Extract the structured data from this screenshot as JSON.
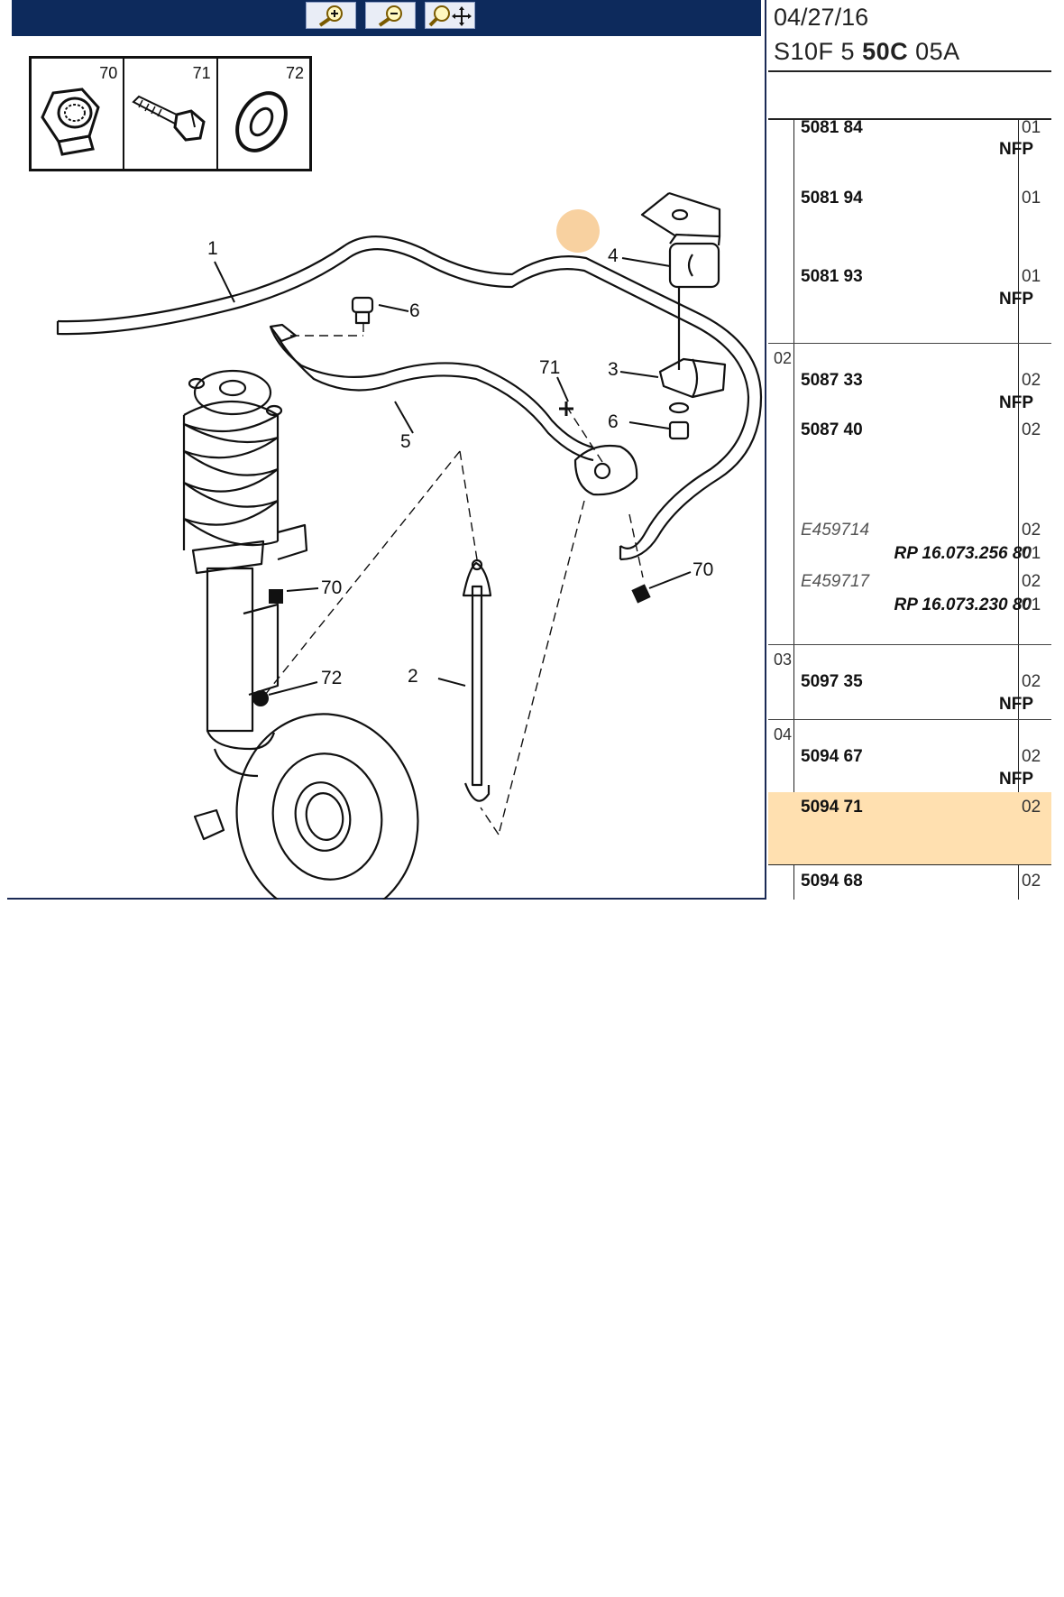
{
  "toolbar": {
    "buttons": [
      {
        "label": "zoom-in",
        "icon": "zoom-in-icon"
      },
      {
        "label": "zoom-out",
        "icon": "zoom-out-icon"
      },
      {
        "label": "pan",
        "icon": "zoom-pan-icon"
      }
    ]
  },
  "legend": [
    {
      "number": "70",
      "icon": "nut-icon"
    },
    {
      "number": "71",
      "icon": "bolt-icon"
    },
    {
      "number": "72",
      "icon": "washer-icon"
    }
  ],
  "diagram": {
    "callouts": {
      "c1": "1",
      "c2": "2",
      "c3": "3",
      "c4": "4",
      "c5": "5",
      "c6a": "6",
      "c6b": "6",
      "c70a": "70",
      "c70b": "70",
      "c71": "71",
      "c72": "72"
    }
  },
  "panel": {
    "date": "04/27/16",
    "code_prefix": "S10F 5 ",
    "code_bold": "50C",
    "code_suffix": " 05A",
    "rows": [
      {
        "group": "",
        "items": [
          {
            "ref": "5081 84",
            "nfp": "NFP",
            "qty": "01"
          },
          {
            "ref": "5081 94",
            "nfp": "",
            "qty": "01"
          },
          {
            "ref": "5081 93",
            "nfp": "NFP",
            "qty": "01"
          }
        ]
      },
      {
        "group": "02",
        "items": [
          {
            "ref": "5087 33",
            "nfp": "NFP",
            "qty": "02"
          },
          {
            "ref": "5087 40",
            "nfp": "",
            "qty": "02"
          }
        ],
        "extras": [
          {
            "eref": "E459714",
            "qty": "02",
            "rp": "RP 16.073.256 80",
            "rpqty": "01"
          },
          {
            "eref": "E459717",
            "qty": "02",
            "rp": "RP 16.073.230 80",
            "rpqty": "01"
          }
        ]
      },
      {
        "group": "03",
        "items": [
          {
            "ref": "5097 35",
            "nfp": "NFP",
            "qty": "02"
          }
        ]
      },
      {
        "group": "04",
        "items": [
          {
            "ref": "5094 67",
            "nfp": "NFP",
            "qty": "02"
          },
          {
            "ref": "5094 71",
            "nfp": "",
            "qty": "02"
          },
          {
            "ref": "5094 68",
            "nfp": "",
            "qty": "02"
          }
        ]
      }
    ]
  },
  "colors": {
    "toolbar_bg": "#0d2a5c",
    "highlight_row": "#ffe0b0",
    "cursor_marker": "#f7c98f"
  }
}
